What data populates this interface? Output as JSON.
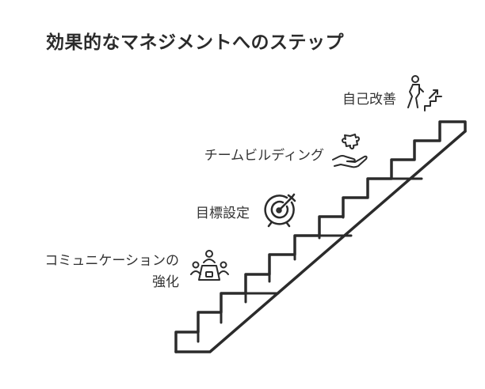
{
  "title": "効果的なマネジメントへのステップ",
  "steps": [
    {
      "label": "コミュニケーションの",
      "label_line2": "強化",
      "icon": "meeting-table-icon"
    },
    {
      "label": "目標設定",
      "icon": "target-arrow-icon"
    },
    {
      "label": "チームビルディング",
      "icon": "hand-puzzle-icon"
    },
    {
      "label": "自己改善",
      "icon": "person-climbing-stairs-icon"
    }
  ],
  "colors": {
    "stroke": "#2b2b2b",
    "text": "#333333",
    "background": "#ffffff"
  }
}
